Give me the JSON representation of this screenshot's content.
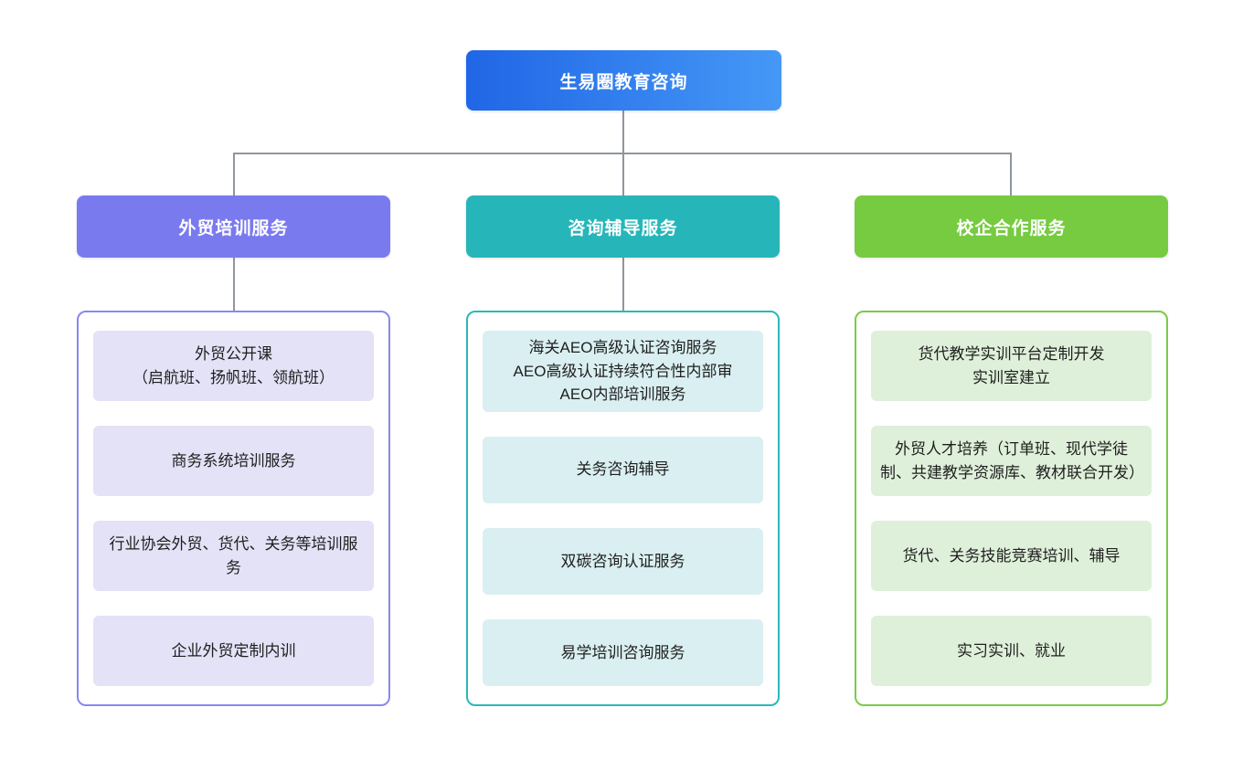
{
  "root": {
    "label": "生易圈教育咨询"
  },
  "colors": {
    "root_gradient_start": "#2066e6",
    "root_gradient_end": "#4598f6",
    "connector": "#8f969e",
    "background": "#ffffff"
  },
  "branches": [
    {
      "title": "外贸培训服务",
      "header_color": "#7a7aef",
      "container_border": "#8888ef",
      "item_bg": "#e4e2f7",
      "has_header_connector": true,
      "items": [
        "外贸公开课\n（启航班、扬帆班、领航班）",
        "商务系统培训服务",
        "行业协会外贸、货代、关务等培训服务",
        "企业外贸定制内训"
      ]
    },
    {
      "title": "咨询辅导服务",
      "header_color": "#26b6b9",
      "container_border": "#2ab8bb",
      "item_bg": "#daeff1",
      "has_header_connector": true,
      "items": [
        "海关AEO高级认证咨询服务\nAEO高级认证持续符合性内部审\nAEO内部培训服务",
        "关务咨询辅导",
        "双碳咨询认证服务",
        "易学培训咨询服务"
      ]
    },
    {
      "title": "校企合作服务",
      "header_color": "#76cb40",
      "container_border": "#79cc45",
      "item_bg": "#dff0da",
      "has_header_connector": false,
      "items": [
        "货代教学实训平台定制开发\n实训室建立",
        "外贸人才培养（订单班、现代学徒制、共建教学资源库、教材联合开发）",
        "货代、关务技能竞赛培训、辅导",
        "实习实训、就业"
      ]
    }
  ]
}
